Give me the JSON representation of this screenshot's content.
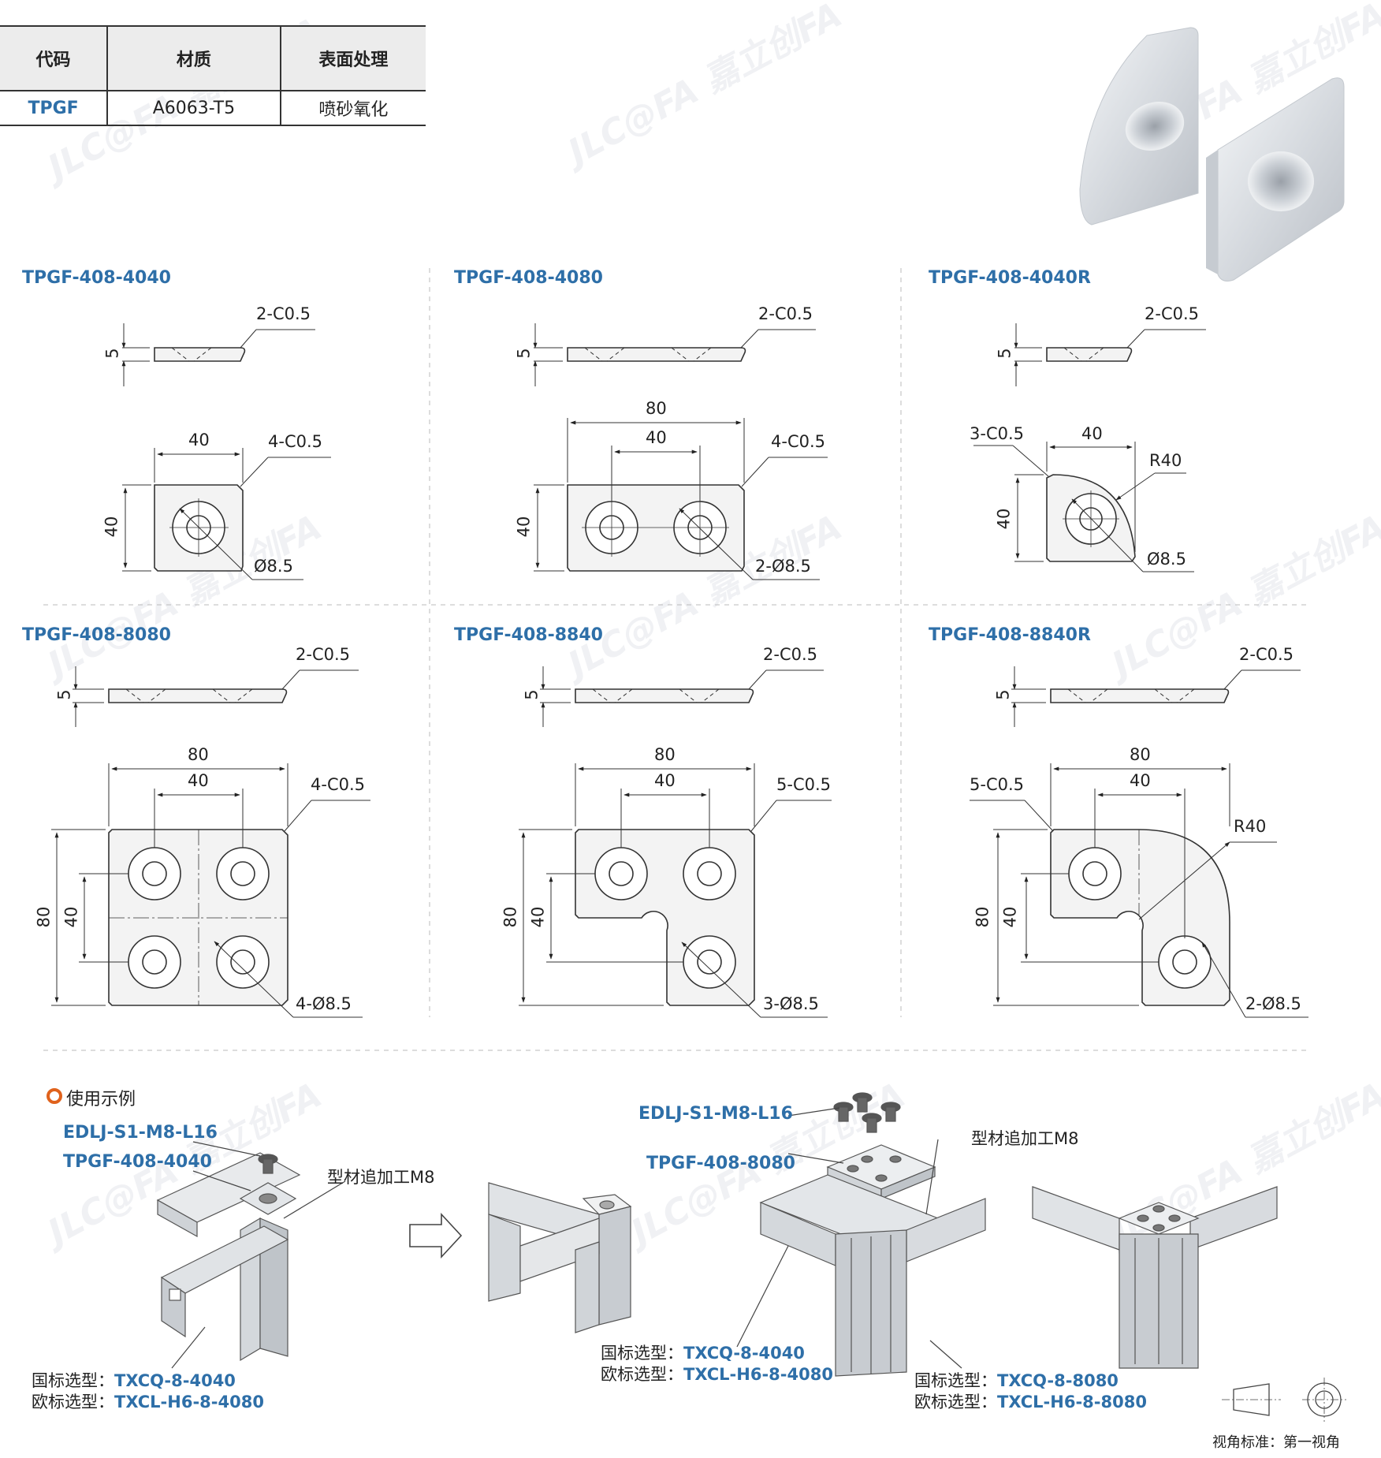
{
  "spec_table": {
    "headers": [
      "代码",
      "材质",
      "表面处理"
    ],
    "row": [
      "TPGF",
      "A6063-T5",
      "喷砂氧化"
    ]
  },
  "watermark": "JLC@FA 嘉立创FA",
  "sections": [
    {
      "title": "TPGF-408-4040",
      "thick": "5",
      "chamfer_side": "2-C0.5",
      "dim_w": "40",
      "dim_h": "40",
      "chamfer_plan": "4-C0.5",
      "hole": "Ø8.5"
    },
    {
      "title": "TPGF-408-4080",
      "thick": "5",
      "chamfer_side": "2-C0.5",
      "dim_w": "80",
      "dim_w2": "40",
      "dim_h": "40",
      "chamfer_plan": "4-C0.5",
      "hole": "2-Ø8.5"
    },
    {
      "title": "TPGF-408-4040R",
      "thick": "5",
      "chamfer_side": "2-C0.5",
      "dim_w": "40",
      "dim_h": "40",
      "chamfer_plan": "3-C0.5",
      "radius": "R40",
      "hole": "Ø8.5"
    },
    {
      "title": "TPGF-408-8080",
      "thick": "5",
      "chamfer_side": "2-C0.5",
      "dim_w": "80",
      "dim_w2": "40",
      "dim_h": "80",
      "dim_h2": "40",
      "chamfer_plan": "4-C0.5",
      "hole": "4-Ø8.5"
    },
    {
      "title": "TPGF-408-8840",
      "thick": "5",
      "chamfer_side": "2-C0.5",
      "dim_w": "80",
      "dim_w2": "40",
      "dim_h": "80",
      "dim_h2": "40",
      "chamfer_plan": "5-C0.5",
      "hole": "3-Ø8.5"
    },
    {
      "title": "TPGF-408-8840R",
      "thick": "5",
      "chamfer_side": "2-C0.5",
      "dim_w": "80",
      "dim_w2": "40",
      "dim_h": "80",
      "dim_h2": "40",
      "chamfer_plan": "5-C0.5",
      "radius": "R40",
      "hole": "2-Ø8.5"
    }
  ],
  "usage": {
    "title": "使用示例",
    "ex1": {
      "screw": "EDLJ-S1-M8-L16",
      "plate": "TPGF-408-4040",
      "process": "型材追加工M8",
      "gb_label": "国标选型：",
      "gb": "TXCQ-8-4040",
      "eu_label": "欧标选型：",
      "eu": "TXCL-H6-8-4080"
    },
    "ex2": {
      "screw": "EDLJ-S1-M8-L16",
      "plate": "TPGF-408-8080",
      "process": "型材追加工M8",
      "gb_label": "国标选型：",
      "gb": "TXCQ-8-4040",
      "eu_label": "欧标选型：",
      "eu": "TXCL-H6-8-4080"
    },
    "ex3": {
      "gb_label": "国标选型：",
      "gb": "TXCQ-8-8080",
      "eu_label": "欧标选型：",
      "eu": "TXCL-H6-8-8080"
    }
  },
  "view_standard": "视角标准：第一视角",
  "colors": {
    "accent": "#2e6fa8",
    "orange": "#e0621c",
    "line": "#333333",
    "part_fill": "#f2f2f2"
  }
}
